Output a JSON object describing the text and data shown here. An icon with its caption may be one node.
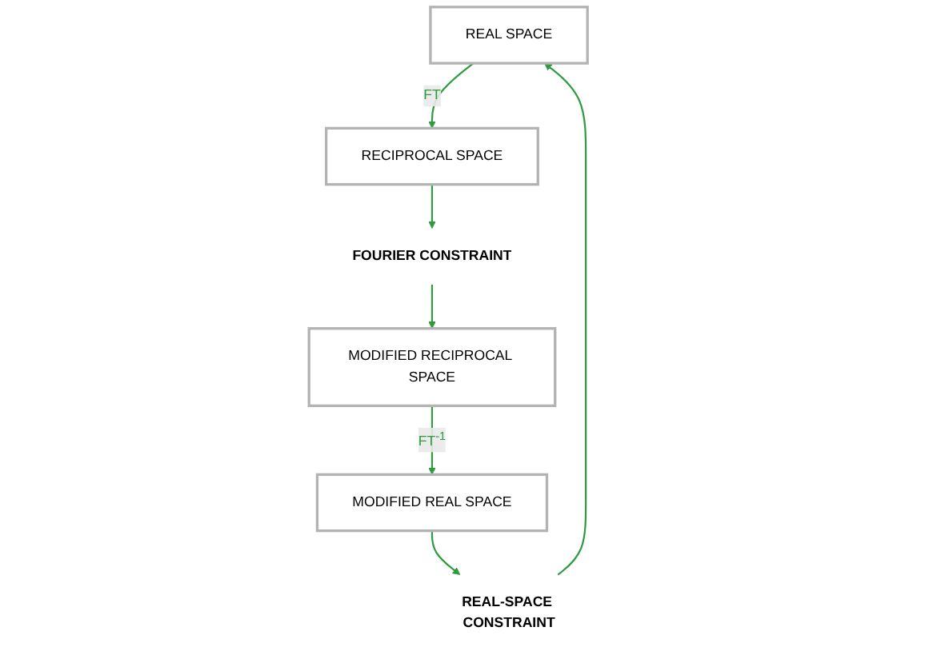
{
  "diagram": {
    "nodes": [
      {
        "text": [
          "REAL SPACE"
        ]
      },
      {
        "text": [
          "RECIPROCAL SPACE"
        ]
      },
      {
        "text": [
          "FOURIER CONSTRAINT"
        ]
      },
      {
        "text": [
          "MODIFIED RECIPROCAL SPACE"
        ]
      },
      {
        "text": [
          "MODIFIED REAL SPACE"
        ]
      },
      {
        "text": [
          "REAL-SPACE CONSTRAINT"
        ]
      }
    ],
    "edges": [
      {
        "from": 0,
        "to": 1,
        "arrow": "to",
        "label": "FT"
      },
      {
        "from": 1,
        "to": 2,
        "arrow": "to"
      },
      {
        "from": 2,
        "to": 3,
        "arrow": "to"
      },
      {
        "from": 3,
        "to": 4,
        "arrow": "to",
        "label": "FT$^{-1}$"
      },
      {
        "from": 4,
        "to": 5,
        "arrow": "to"
      },
      {
        "from": 5,
        "to": 0,
        "arrow": "to"
      }
    ]
  }
}
